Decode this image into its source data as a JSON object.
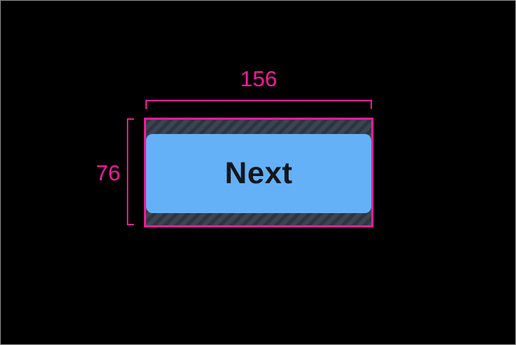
{
  "measurements": {
    "width_label": "156",
    "height_label": "76"
  },
  "button": {
    "label": "Next"
  },
  "icons": {
    "width_bracket": "measurement-bracket-horizontal",
    "height_bracket": "measurement-bracket-vertical"
  },
  "colors": {
    "measurement_pink": "#F5199C",
    "button_fill_blue": "#64B1F8",
    "button_text": "#14161A",
    "padding_hatch_base": "#3D4450",
    "padding_hatch_stripe": "#2E3440",
    "canvas_background": "#000000",
    "frame_border": "#8F8F8F"
  }
}
